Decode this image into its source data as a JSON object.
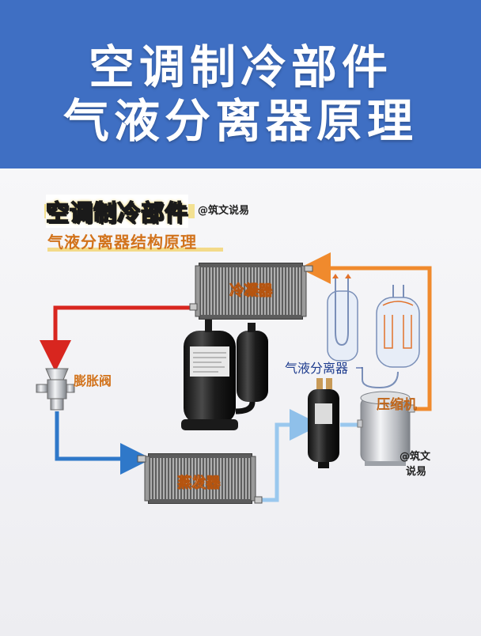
{
  "header": {
    "title_line1": "空调制冷部件",
    "title_line2": "气液分离器原理"
  },
  "diagram": {
    "title": "空调制冷部件",
    "watermark": "@筑文说易",
    "subtitle": "气液分离器结构原理",
    "labels": {
      "condenser": "冷凝器",
      "evaporator": "蒸发器",
      "expansion_valve": "膨胀阀",
      "separator": "气液分离器",
      "compressor": "压缩机",
      "watermark_line1": "@筑文",
      "watermark_line2": "说易"
    },
    "colors": {
      "hot_line": "#d8261f",
      "cool_line": "#2f78c9",
      "low_pressure_line": "#9ac8ee",
      "discharge_line": "#f08a2d",
      "header_bg": "#3f6fc3"
    }
  }
}
